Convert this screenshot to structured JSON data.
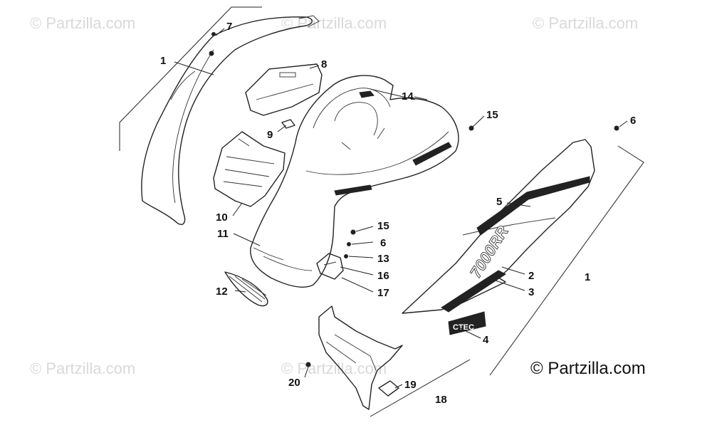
{
  "watermark_text": "© Partzilla.com",
  "copyright": "© Partzilla.com",
  "callouts": [
    "1",
    "7",
    "8",
    "14",
    "15",
    "9",
    "10",
    "11",
    "15",
    "6",
    "13",
    "12",
    "16",
    "17",
    "6",
    "5",
    "2",
    "3",
    "1",
    "4",
    "19",
    "20",
    "18"
  ],
  "decal_text": "7000RR",
  "logo_text": "CTEC"
}
